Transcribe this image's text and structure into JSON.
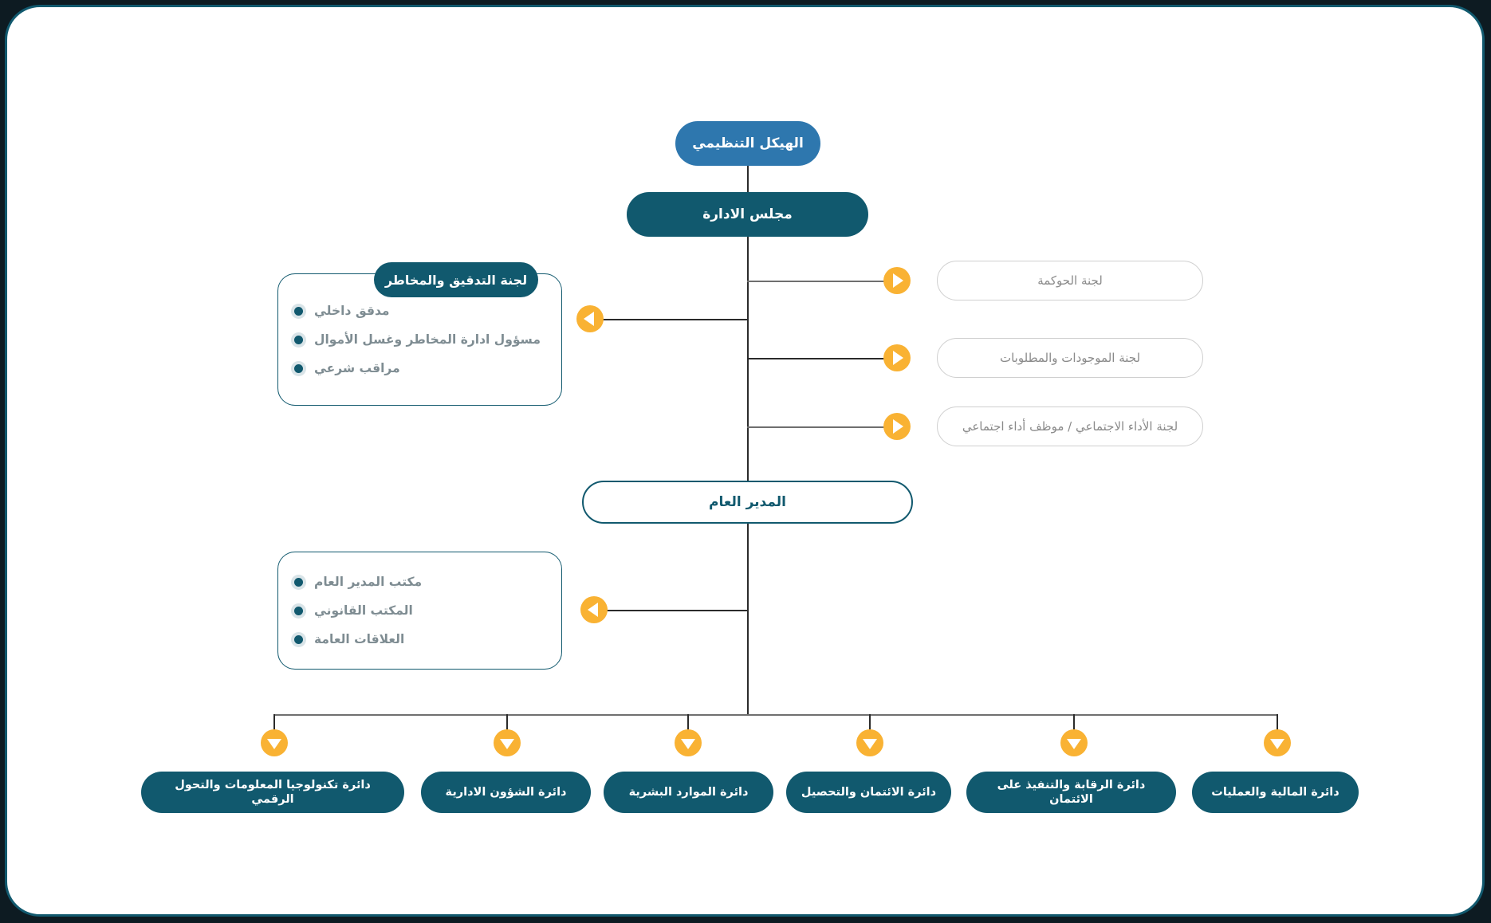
{
  "diagram": {
    "title": "الهيكل التنظيمي",
    "colors": {
      "blue": "#2E77AE",
      "teal": "#11596E",
      "orange": "#F9B233",
      "muted_text": "#8A8A8A",
      "frame_border": "#11596E",
      "page_background": "#0D1B22"
    }
  },
  "root_node": {
    "label": "الهيكل التنظيمي"
  },
  "board_node": {
    "label": "مجلس الادارة"
  },
  "gm_node": {
    "label": "المدير العام"
  },
  "audit_panel": {
    "title": "لجنة التدقيق والمخاطر",
    "items": [
      {
        "label": "مدقق داخلي"
      },
      {
        "label": "مسؤول ادارة المخاطر وغسل الأموال"
      },
      {
        "label": "مراقب شرعي"
      }
    ]
  },
  "gm_panel": {
    "items": [
      {
        "label": "مكتب المدير العام"
      },
      {
        "label": "المكتب القانوني"
      },
      {
        "label": "العلاقات العامة"
      }
    ]
  },
  "committees": [
    {
      "label": "لجنة الحوكمة"
    },
    {
      "label": "لجنة الموجودات والمطلوبات"
    },
    {
      "label": "لجنة الأداء الاجتماعي / موظف أداء اجتماعي"
    }
  ],
  "departments": [
    {
      "label": "دائرة تكنولوجيا المعلومات والتحول الرقمي"
    },
    {
      "label": "دائرة الشؤون الادارية"
    },
    {
      "label": "دائرة الموارد البشرية"
    },
    {
      "label": "دائرة الائتمان والتحصيل"
    },
    {
      "label": "دائرة الرقابة والتنفيذ على الائتمان"
    },
    {
      "label": "دائرة المالية والعمليات"
    }
  ],
  "markers": {
    "left_arrow_icon": "triangle-left-icon",
    "right_arrow_icon": "triangle-right-icon",
    "down_arrow_icon": "triangle-down-icon"
  }
}
